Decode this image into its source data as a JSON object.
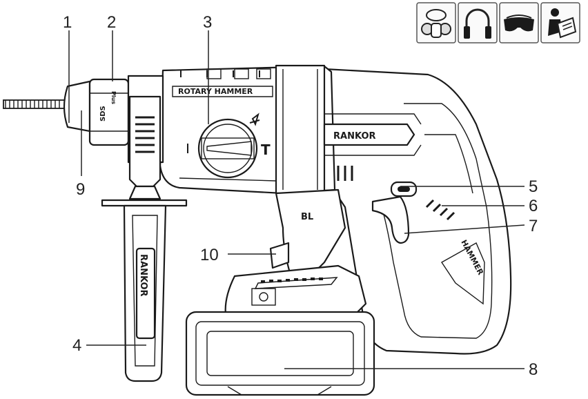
{
  "callouts": [
    {
      "number": "1"
    },
    {
      "number": "2"
    },
    {
      "number": "3"
    },
    {
      "number": "4"
    },
    {
      "number": "5"
    },
    {
      "number": "6"
    },
    {
      "number": "7"
    },
    {
      "number": "8"
    },
    {
      "number": "9"
    },
    {
      "number": "10"
    }
  ],
  "body_label": "ROTARY HAMMER",
  "brand": "RANKOR",
  "chuck_label": "SDS",
  "chuck_sublabel": "Plus",
  "motor_label": "BL",
  "side_label": "HAMMER",
  "selector_label": "T",
  "safety_icons": [
    {
      "icon": "respirator-mask-icon"
    },
    {
      "icon": "ear-protection-icon"
    },
    {
      "icon": "safety-goggles-icon"
    },
    {
      "icon": "read-manual-icon"
    }
  ],
  "colors": {
    "line": "#1a1a1a",
    "background": "#ffffff"
  }
}
